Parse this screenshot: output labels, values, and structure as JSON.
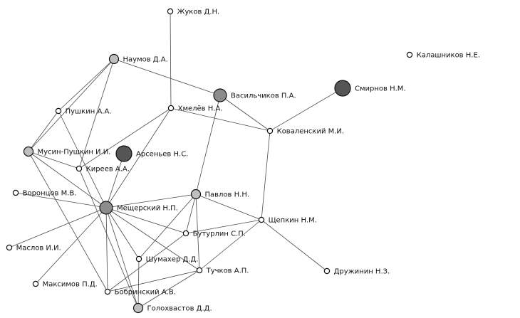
{
  "colors": {
    "small": "#ffffff",
    "light": "#bfbfbf",
    "medium": "#8c8c8c",
    "dark": "#555555"
  },
  "nodes": [
    {
      "id": "zhukov",
      "label": "Жуков Д.Н.",
      "tone": "small"
    },
    {
      "id": "naumov",
      "label": "Наумов Д.А.",
      "tone": "light"
    },
    {
      "id": "kalashnikov",
      "label": "Калашников Н.Е.",
      "tone": "small"
    },
    {
      "id": "smirnov",
      "label": "Смирнов Н.М.",
      "tone": "dark"
    },
    {
      "id": "vasilchikov",
      "label": "Васильчиков П.А.",
      "tone": "medium"
    },
    {
      "id": "pushkin",
      "label": "Пушкин А.А.",
      "tone": "small"
    },
    {
      "id": "khmelev",
      "label": "Хмелёв Н.А.",
      "tone": "small"
    },
    {
      "id": "kovalensky",
      "label": "Коваленский М.И.",
      "tone": "small"
    },
    {
      "id": "musin",
      "label": "Мусин-Пушкин И.И.",
      "tone": "light"
    },
    {
      "id": "arseniev",
      "label": "Арсеньев Н.С.",
      "tone": "dark"
    },
    {
      "id": "kireev",
      "label": "Киреев А.А.",
      "tone": "small"
    },
    {
      "id": "vorontsov",
      "label": "Воронцов М.В.",
      "tone": "small"
    },
    {
      "id": "pavlov",
      "label": "Павлов Н.Н.",
      "tone": "light"
    },
    {
      "id": "meshchersky",
      "label": "Мещерский Н.П.",
      "tone": "medium"
    },
    {
      "id": "shchepkin",
      "label": "Щепкин Н.М.",
      "tone": "small"
    },
    {
      "id": "buturlin",
      "label": "Бутурлин С.П.",
      "tone": "small"
    },
    {
      "id": "maslov",
      "label": "Маслов И.И.",
      "tone": "small"
    },
    {
      "id": "shumakher",
      "label": "Шумахер Д.Д.",
      "tone": "small"
    },
    {
      "id": "tuchkov",
      "label": "Тучков А.П.",
      "tone": "small"
    },
    {
      "id": "druzhinin",
      "label": "Дружинин Н.З.",
      "tone": "small"
    },
    {
      "id": "maksimov",
      "label": "Максимов П.Д.",
      "tone": "small"
    },
    {
      "id": "bobrinsky",
      "label": "Бобринский А.В.",
      "tone": "small"
    },
    {
      "id": "golokhvastov",
      "label": "Голохвастов Д.Д.",
      "tone": "light"
    }
  ],
  "edges": [
    [
      "zhukov",
      "khmelev"
    ],
    [
      "naumov",
      "pushkin"
    ],
    [
      "naumov",
      "musin"
    ],
    [
      "naumov",
      "kireev"
    ],
    [
      "naumov",
      "vasilchikov"
    ],
    [
      "vasilchikov",
      "kovalensky"
    ],
    [
      "vasilchikov",
      "pavlov"
    ],
    [
      "smirnov",
      "kovalensky"
    ],
    [
      "khmelev",
      "kovalensky"
    ],
    [
      "khmelev",
      "meshchersky"
    ],
    [
      "khmelev",
      "kireev"
    ],
    [
      "pushkin",
      "musin"
    ],
    [
      "pushkin",
      "meshchersky"
    ],
    [
      "musin",
      "kireev"
    ],
    [
      "musin",
      "meshchersky"
    ],
    [
      "musin",
      "bobrinsky"
    ],
    [
      "kireev",
      "golokhvastov"
    ],
    [
      "arseniev",
      "meshchersky"
    ],
    [
      "vorontsov",
      "meshchersky"
    ],
    [
      "kovalensky",
      "shchepkin"
    ],
    [
      "pavlov",
      "meshchersky"
    ],
    [
      "pavlov",
      "shchepkin"
    ],
    [
      "pavlov",
      "buturlin"
    ],
    [
      "pavlov",
      "tuchkov"
    ],
    [
      "pavlov",
      "shumakher"
    ],
    [
      "meshchersky",
      "buturlin"
    ],
    [
      "meshchersky",
      "maslov"
    ],
    [
      "meshchersky",
      "maksimov"
    ],
    [
      "meshchersky",
      "bobrinsky"
    ],
    [
      "meshchersky",
      "shumakher"
    ],
    [
      "meshchersky",
      "golokhvastov"
    ],
    [
      "meshchersky",
      "tuchkov"
    ],
    [
      "shchepkin",
      "buturlin"
    ],
    [
      "shchepkin",
      "tuchkov"
    ],
    [
      "shchepkin",
      "druzhinin"
    ],
    [
      "buturlin",
      "bobrinsky"
    ],
    [
      "shumakher",
      "golokhvastov"
    ],
    [
      "tuchkov",
      "bobrinsky"
    ],
    [
      "tuchkov",
      "golokhvastov"
    ]
  ]
}
